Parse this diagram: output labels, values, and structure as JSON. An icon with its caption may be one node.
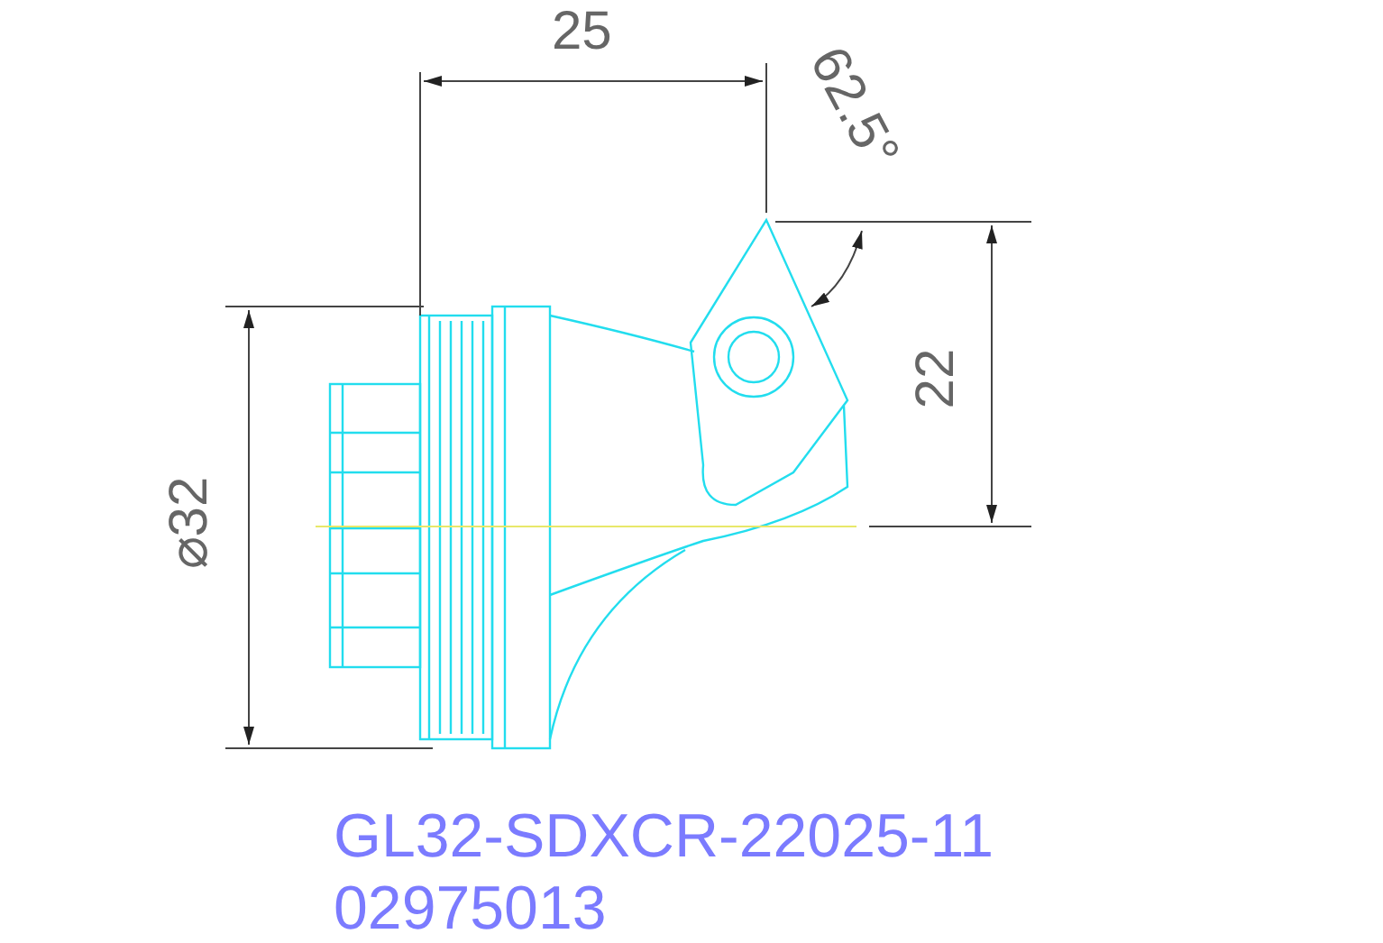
{
  "diagram": {
    "labels": [
      "25",
      "62.5°",
      "22",
      "⌀32",
      "GL32-SDXCR-22025-11",
      "02975013"
    ]
  }
}
